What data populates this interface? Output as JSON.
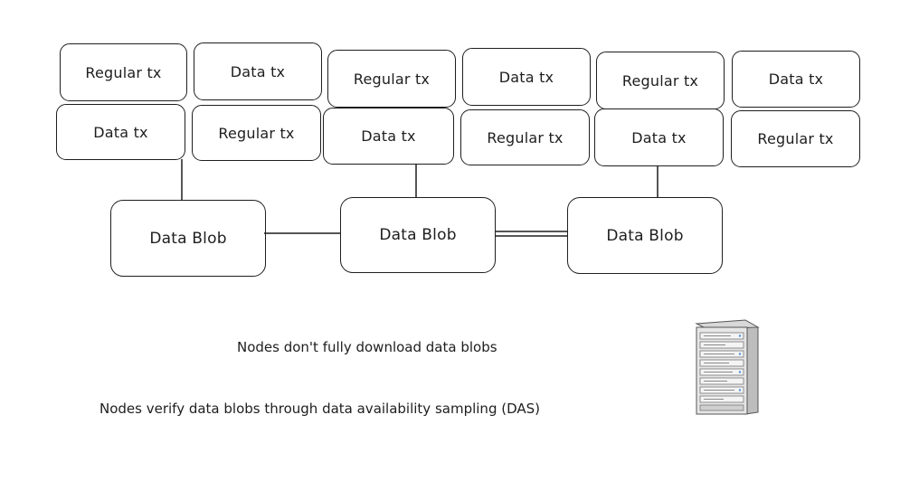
{
  "diagram": {
    "rows": [
      [
        "Regular tx",
        "Data tx",
        "Regular tx",
        "Data tx",
        "Regular tx",
        "Data tx"
      ],
      [
        "Data tx",
        "Regular tx",
        "Data tx",
        "Regular tx",
        "Data tx",
        "Regular tx"
      ]
    ],
    "blobs": [
      "Data Blob",
      "Data Blob",
      "Data Blob"
    ],
    "captions": {
      "line1": "Nodes don't fully download data blobs",
      "line2": "Nodes verify data blobs through data availability sampling (DAS)"
    },
    "icons": {
      "server": "server-rack-icon"
    },
    "colors": {
      "stroke": "#1e1e1e",
      "background": "#ffffff",
      "server_body": "#e6e6e6",
      "server_side": "#bdbdbd"
    }
  }
}
